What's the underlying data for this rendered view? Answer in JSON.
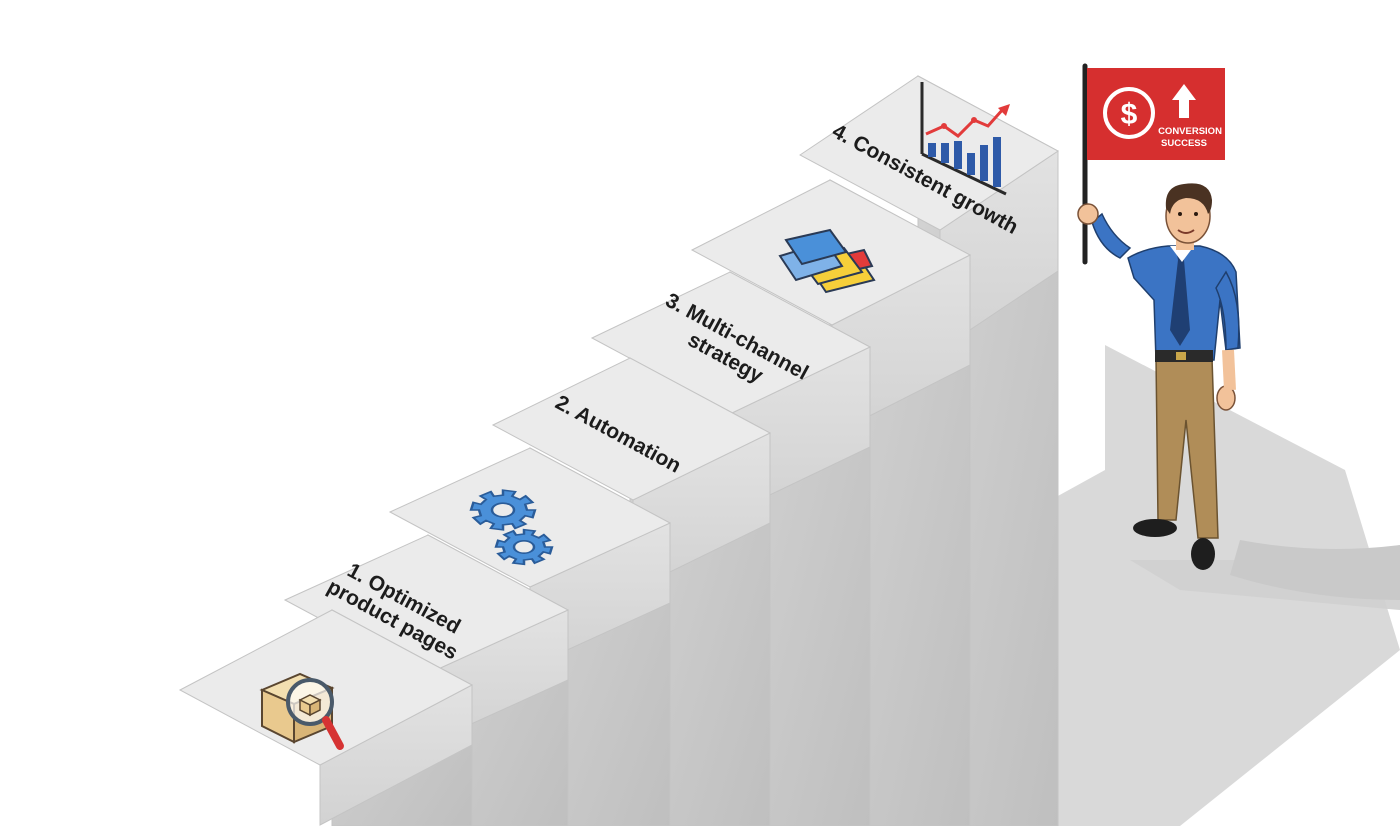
{
  "steps": [
    {
      "label_lines": [
        "1. Optimized",
        "product pages"
      ],
      "icon": "box-search-icon"
    },
    {
      "label_lines": [],
      "icon": "gears-icon"
    },
    {
      "label_lines": [
        "2. Automation"
      ],
      "icon": ""
    },
    {
      "label_lines": [
        "3. Multi-channel",
        "strategy"
      ],
      "icon": ""
    },
    {
      "label_lines": [],
      "icon": "layers-icon"
    },
    {
      "label_lines": [
        "4. Consistent growth"
      ],
      "icon": "growth-chart-icon"
    }
  ],
  "flag": {
    "line1": "CONVERSION",
    "line2": "SUCCESS",
    "icons": [
      "dollar-icon",
      "arrow-up-icon"
    ]
  },
  "colors": {
    "step_top": "#ebebeb",
    "step_front": "#dcdcdc",
    "step_side": "#cfcfcf",
    "shadow": "#d6d6d6",
    "flag_red": "#d62f2f",
    "icon_blue": "#4a90d9",
    "icon_yellow": "#f6cf3a",
    "icon_red": "#e23b3b",
    "shirt_blue": "#3b74c4",
    "pants_khaki": "#b08d58"
  }
}
